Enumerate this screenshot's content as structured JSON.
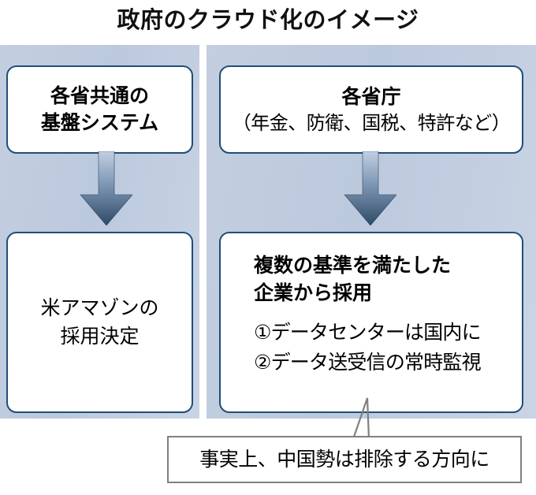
{
  "title": "政府のクラウド化のイメージ",
  "colors": {
    "panel_background": "#c3cfe0",
    "box_border": "#1f4e79",
    "box_fill": "#ffffff",
    "arrow_top": "#b8c6da",
    "arrow_bottom": "#2e4a67",
    "callout_border": "#808080",
    "text": "#000000"
  },
  "left_column": {
    "top_box": {
      "line1": "各省共通の",
      "line2": "基盤システム"
    },
    "arrow": "down-arrow",
    "bottom_box": {
      "line1": "米アマゾンの",
      "line2": "採用決定"
    }
  },
  "right_column": {
    "top_box": {
      "heading": "各省庁",
      "subtitle": "（年金、防衛、国税、特許など）"
    },
    "arrow": "down-arrow",
    "bottom_box": {
      "heading_line1": "複数の基準を満たした",
      "heading_line2": "企業から採用",
      "items": [
        "①データセンターは国内に",
        "②データ送受信の常時監視"
      ]
    }
  },
  "callout": {
    "text": "事実上、中国勢は排除する方向に"
  }
}
